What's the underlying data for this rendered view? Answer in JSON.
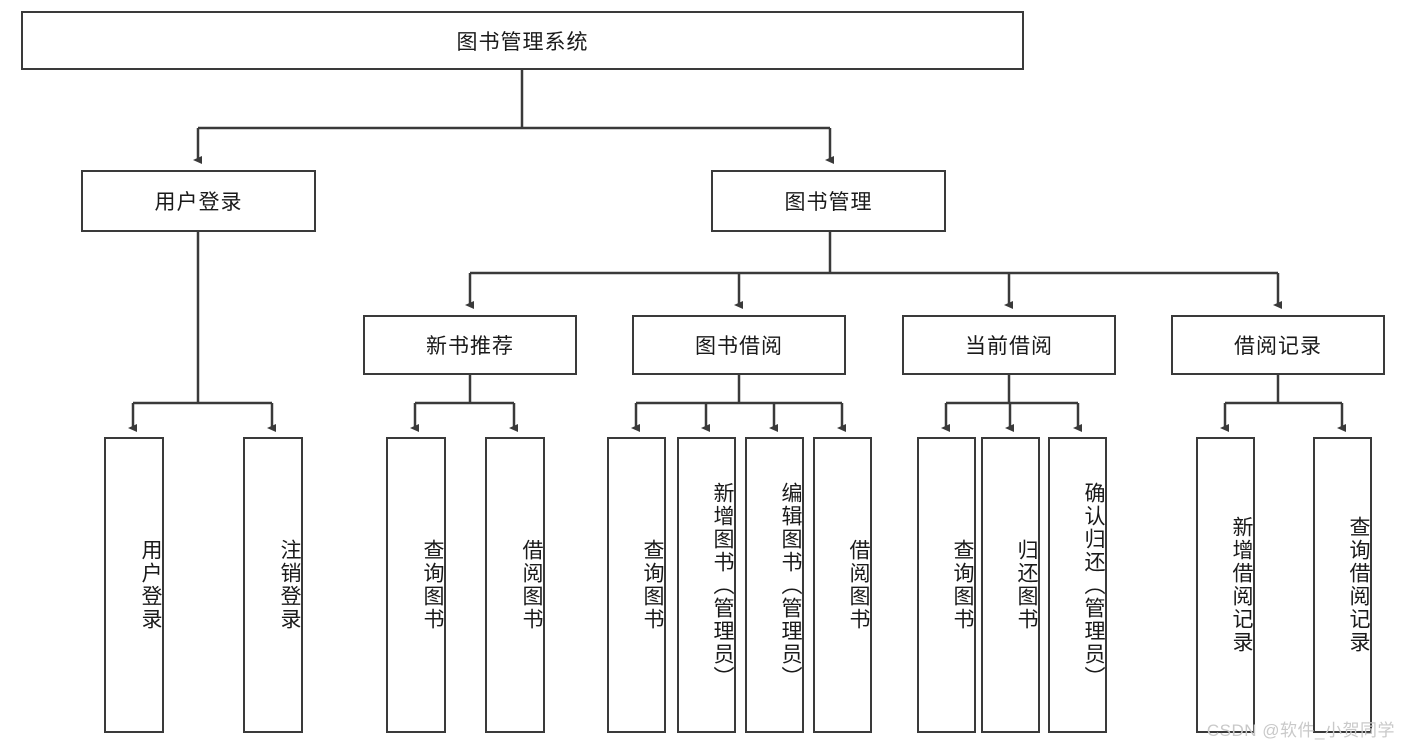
{
  "diagram": {
    "title": "图书管理系统",
    "type": "tree-hierarchy",
    "root": {
      "label": "图书管理系统"
    },
    "level2": [
      {
        "label": "用户登录"
      },
      {
        "label": "图书管理"
      }
    ],
    "level3": [
      {
        "label": "新书推荐"
      },
      {
        "label": "图书借阅"
      },
      {
        "label": "当前借阅"
      },
      {
        "label": "借阅记录"
      }
    ],
    "leaves": {
      "user_login": [
        {
          "label": "用户登录"
        },
        {
          "label": "注销登录"
        }
      ],
      "new_book_recommend": [
        {
          "label": "查询图书"
        },
        {
          "label": "借阅图书"
        }
      ],
      "book_borrow": [
        {
          "label": "查询图书"
        },
        {
          "label": "新增图书（管理员）"
        },
        {
          "label": "编辑图书（管理员）"
        },
        {
          "label": "借阅图书"
        }
      ],
      "current_borrow": [
        {
          "label": "查询图书"
        },
        {
          "label": "归还图书"
        },
        {
          "label": "确认归还（管理员）"
        }
      ],
      "borrow_record": [
        {
          "label": "新增借阅记录"
        },
        {
          "label": "查询借阅记录"
        }
      ]
    }
  },
  "watermark": {
    "text": "CSDN @软件_小贺同学"
  },
  "colors": {
    "stroke": "#3a3a3a",
    "fill": "#ffffff",
    "text": "#1a1a1a",
    "watermark": "#c9c9c9"
  }
}
